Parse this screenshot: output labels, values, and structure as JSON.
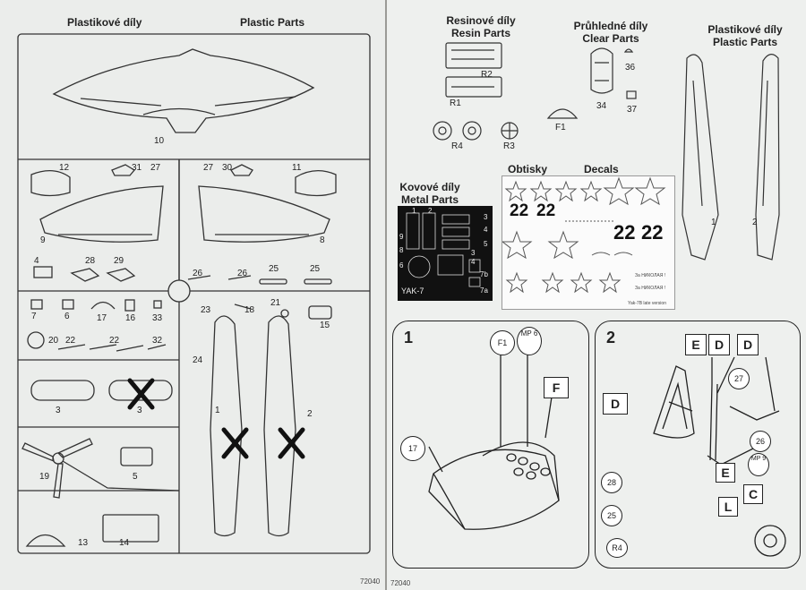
{
  "left_page": {
    "header_cz": "Plastikové díly",
    "header_en": "Plastic Parts",
    "page_number": "72040",
    "part_numbers": [
      "10",
      "12",
      "31",
      "27",
      "27",
      "30",
      "11",
      "9",
      "8",
      "4",
      "28",
      "29",
      "26",
      "26",
      "25",
      "25",
      "7",
      "6",
      "17",
      "16",
      "33",
      "23",
      "18",
      "21",
      "15",
      "20",
      "22",
      "22",
      "32",
      "24",
      "3",
      "3",
      "1",
      "2",
      "19",
      "5",
      "13",
      "14"
    ]
  },
  "right_page": {
    "resin_cz": "Resinové díly",
    "resin_en": "Resin Parts",
    "clear_cz": "Průhledné díly",
    "clear_en": "Clear Parts",
    "plastic_cz": "Plastikové díly",
    "plastic_en": "Plastic Parts",
    "metal_cz": "Kovové díly",
    "metal_en": "Metal Parts",
    "decals_cz": "Obtisky",
    "decals_en": "Decals",
    "fret_label": "YAK-7",
    "decal_numbers": [
      "22",
      "22",
      "22",
      "22"
    ],
    "decal_slogan": "За НИКОЛАЯ !",
    "decal_note": "Yak-7B late version",
    "resin_labels": [
      "R2",
      "R1",
      "R4",
      "R3"
    ],
    "clear_labels": [
      "36",
      "F1",
      "34",
      "37"
    ],
    "fret_numbers": [
      "1",
      "2",
      "3",
      "4",
      "9",
      "8",
      "5",
      "6",
      "7b",
      "7a",
      "3",
      "4"
    ],
    "fuselage_labels": [
      "1",
      "2"
    ],
    "page_number": "72040",
    "step1": {
      "number": "1",
      "callouts": [
        "F1",
        "MP 6",
        "F",
        "17"
      ]
    },
    "step2": {
      "number": "2",
      "callouts": [
        "E",
        "D",
        "D",
        "D",
        "27",
        "26",
        "MP 9",
        "E",
        "28",
        "25",
        "L",
        "C",
        "R4"
      ]
    }
  }
}
